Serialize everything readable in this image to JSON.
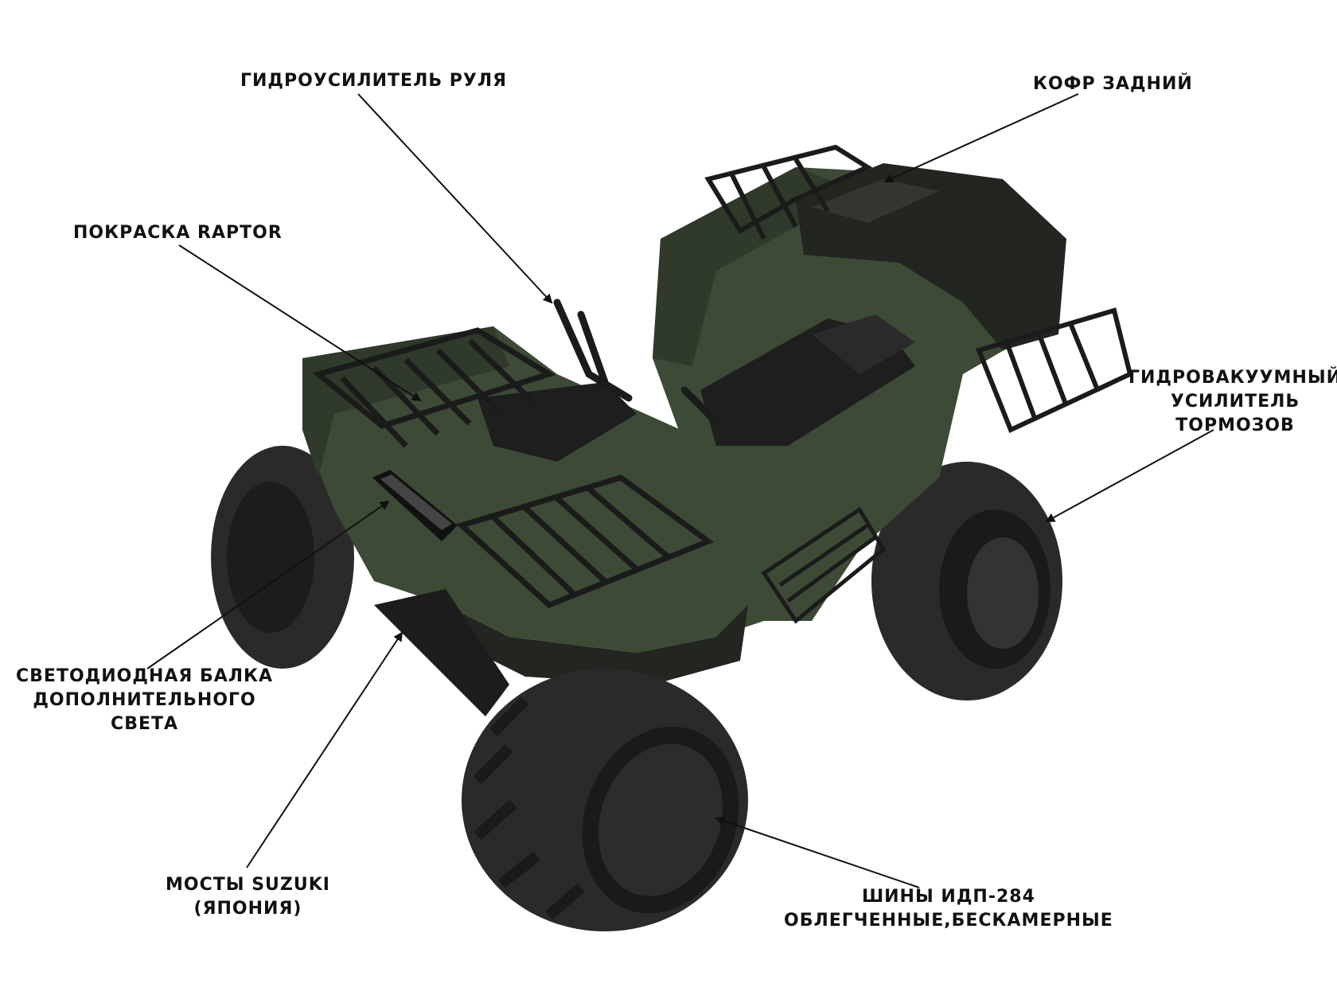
{
  "colors": {
    "background": "#ffffff",
    "body_green": "#3d4a36",
    "body_dark": "#222520",
    "tire": "#2a2a2a",
    "rack": "#1b1b1b",
    "leader_line": "#111111",
    "label": "#111111"
  },
  "labels": {
    "steering": [
      "ГИДРОУСИЛИТЕЛЬ РУЛЯ"
    ],
    "rear_box": [
      "КОФР ЗАДНИЙ"
    ],
    "paint": [
      "ПОКРАСКА RAPTOR"
    ],
    "brakes": [
      "ГИДРОВАКУУМНЫЙ",
      "УСИЛИТЕЛЬ",
      "ТОРМОЗОВ"
    ],
    "led_bar": [
      "СВЕТОДИОДНАЯ БАЛКА",
      "ДОПОЛНИТЕЛЬНОГО",
      "СВЕТА"
    ],
    "axles": [
      "МОСТЫ SUZUKI",
      "(ЯПОНИЯ)"
    ],
    "tires": [
      "ШИНЫ ИДП-284",
      "ОБЛЕГЧЕННЫЕ,БЕСКАМЕРНЫЕ"
    ]
  }
}
